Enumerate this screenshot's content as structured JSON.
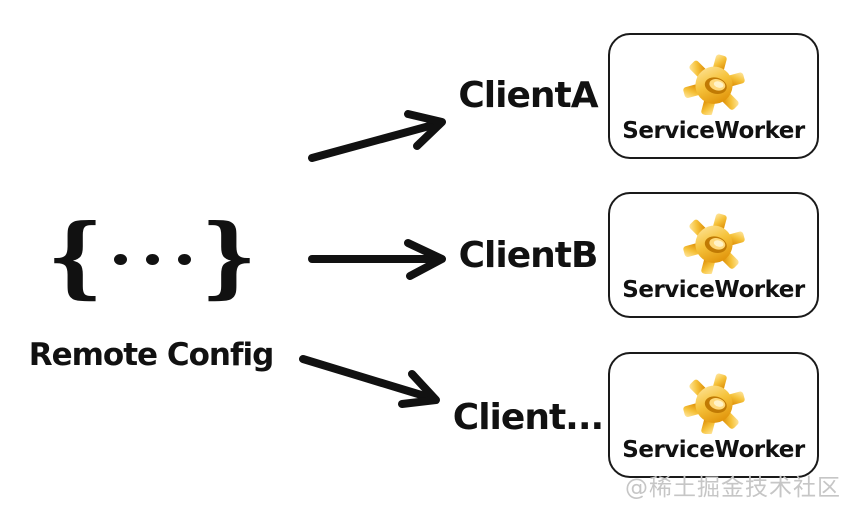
{
  "diagram": {
    "source": {
      "brace_left": "{",
      "brace_right": "}",
      "label": "Remote Config"
    },
    "clients": [
      {
        "label": "ClientA",
        "worker_label": "ServiceWorker"
      },
      {
        "label": "ClientB",
        "worker_label": "ServiceWorker"
      },
      {
        "label": "Client...",
        "worker_label": "ServiceWorker"
      }
    ],
    "watermark": "@稀土掘金技术社区"
  },
  "colors": {
    "arrow": "#111111",
    "box_border": "#1a1a1a",
    "gear_light": "#ffe9a8",
    "gear_mid": "#f6c33c",
    "gear_dark": "#dd8c02",
    "gear_hole_rim": "#c07a04",
    "gear_hole_inner": "#ffd97a",
    "gear_hole_highlight": "#fff3c9",
    "watermark": "#c6c6c6"
  }
}
